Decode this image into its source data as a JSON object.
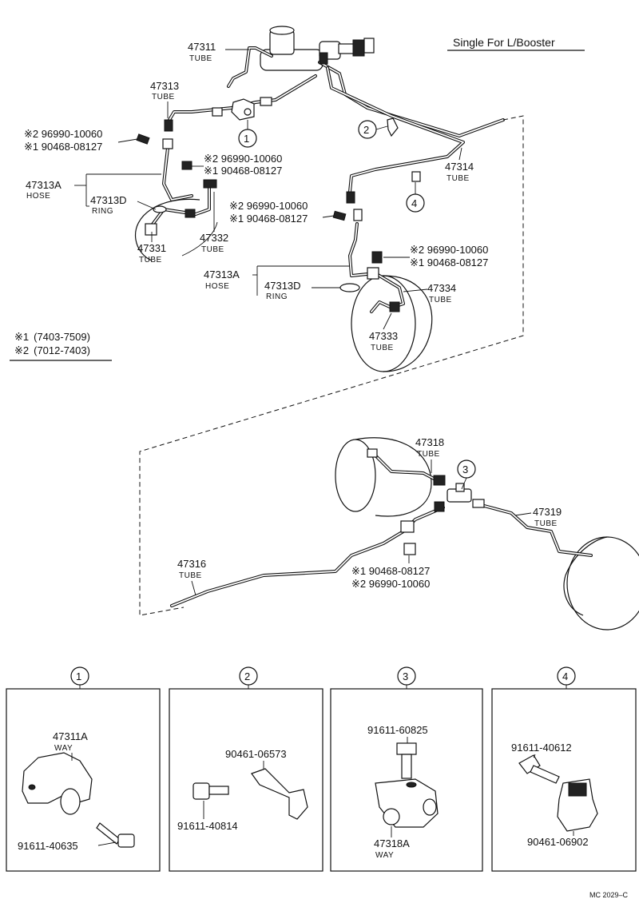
{
  "title": "Single For L/Booster",
  "footer_code": "MC 2029–C",
  "notes": [
    {
      "mark": "※1",
      "range": "(7403-7509)"
    },
    {
      "mark": "※2",
      "range": "(7012-7403)"
    }
  ],
  "labels": {
    "t47311": {
      "pn": "47311",
      "sub": "TUBE"
    },
    "t47313": {
      "pn": "47313",
      "sub": "TUBE"
    },
    "h47313a_left": {
      "pn": "47313A",
      "sub": "HOSE"
    },
    "r47313d_left": {
      "pn": "47313D",
      "sub": "RING"
    },
    "t47331": {
      "pn": "47331",
      "sub": "TUBE"
    },
    "t47332": {
      "pn": "47332",
      "sub": "TUBE"
    },
    "t47314": {
      "pn": "47314",
      "sub": "TUBE"
    },
    "h47313a_right": {
      "pn": "47313A",
      "sub": "HOSE"
    },
    "r47313d_right": {
      "pn": "47313D",
      "sub": "RING"
    },
    "t47334": {
      "pn": "47334",
      "sub": "TUBE"
    },
    "t47333": {
      "pn": "47333",
      "sub": "TUBE"
    },
    "t47318": {
      "pn": "47318",
      "sub": "TUBE"
    },
    "t47319": {
      "pn": "47319",
      "sub": "TUBE"
    },
    "t47316": {
      "pn": "47316",
      "sub": "TUBE"
    }
  },
  "alt_parts": {
    "a1": {
      "l1": "※2 96990-10060",
      "l2": "※1 90468-08127"
    },
    "a2": {
      "l1": "※2 96990-10060",
      "l2": "※1 90468-08127"
    },
    "a3": {
      "l1": "※2 96990-10060",
      "l2": "※1 90468-08127"
    },
    "a4": {
      "l1": "※2 96990-10060",
      "l2": "※1 90468-08127"
    },
    "a5": {
      "l1": "※1 90468-08127",
      "l2": "※2 96990-10060"
    }
  },
  "callouts": [
    "1",
    "2",
    "3",
    "4"
  ],
  "details": [
    {
      "num": "1",
      "labels": [
        {
          "pn": "47311A",
          "sub": "WAY"
        },
        {
          "pn": "91611-40635"
        }
      ]
    },
    {
      "num": "2",
      "labels": [
        {
          "pn": "90461-06573"
        },
        {
          "pn": "91611-40814"
        }
      ]
    },
    {
      "num": "3",
      "labels": [
        {
          "pn": "91611-60825"
        },
        {
          "pn": "47318A",
          "sub": "WAY"
        }
      ]
    },
    {
      "num": "4",
      "labels": [
        {
          "pn": "91611-40612"
        },
        {
          "pn": "90461-06902"
        }
      ]
    }
  ]
}
